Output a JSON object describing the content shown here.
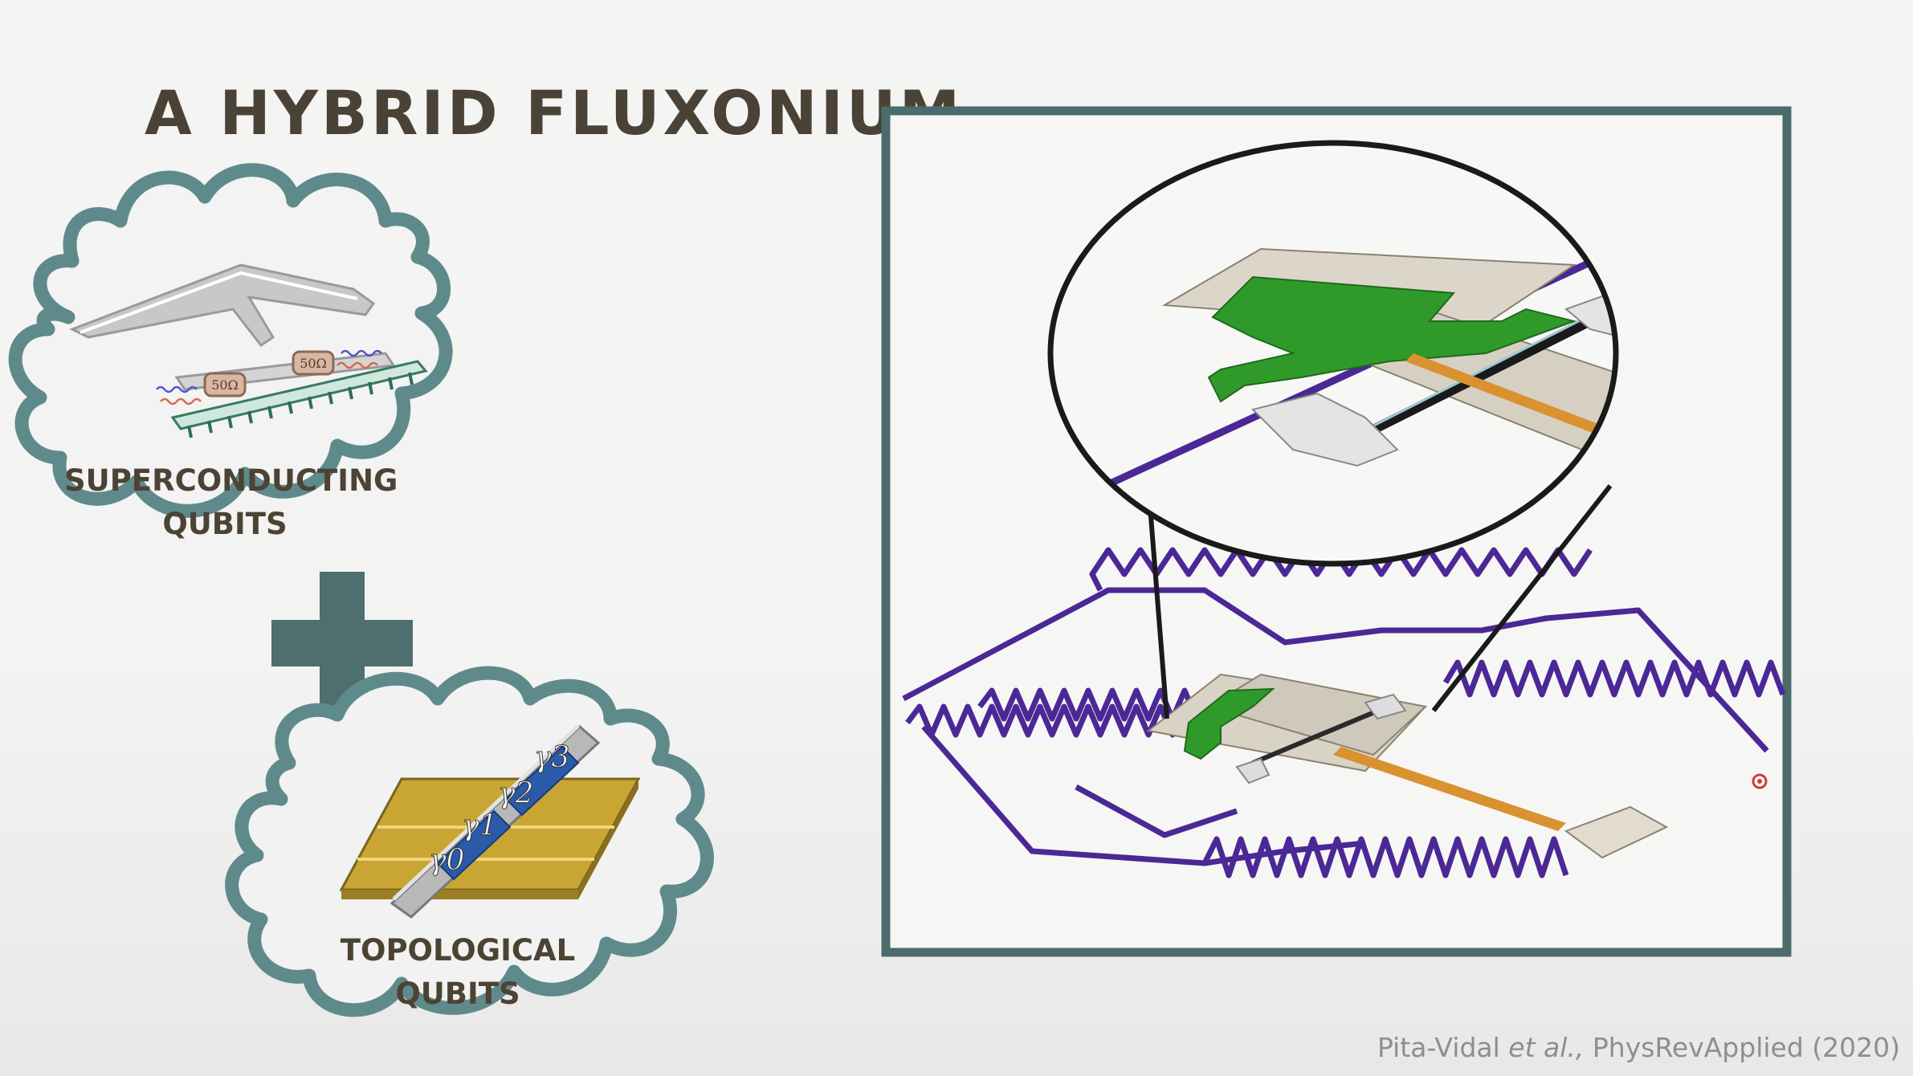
{
  "title": "A HYBRID FLUXONIUM",
  "clouds": {
    "superconducting": {
      "line1": "SUPERCONDUCTING",
      "line2": "QUBITS",
      "resistor_label": "50Ω"
    },
    "topological": {
      "line1": "TOPOLOGICAL",
      "line2": "QUBITS",
      "majorana_labels": [
        "γ0",
        "γ1",
        "γ2",
        "γ3"
      ]
    }
  },
  "citation": {
    "authors": "Pita-Vidal",
    "etal": "et al.,",
    "journal": "PhysRevApplied (2020)"
  },
  "colors": {
    "title": "#4a4235",
    "cloud_outline": "#5f8a8b",
    "plus": "#4f6e70",
    "frame": "#4c6b6c",
    "meander": "#4b2896",
    "gate_green": "#2f9a2a",
    "gold": "#c9a534",
    "majorana_blue": "#2a5aa8"
  }
}
